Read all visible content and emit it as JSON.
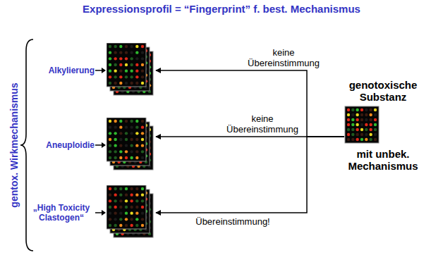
{
  "diagram": {
    "title": "Expressionsprofil = “Fingerprint” f. best. Mechanismus",
    "nodes": [
      {
        "text": [
          "Alkylierung"
        ]
      },
      {
        "text": [
          "Aneuploidie"
        ]
      },
      {
        "text": [
          "„High Toxicity Clastogen“"
        ]
      },
      {
        "text": [
          "genotoxische Substanz",
          "mit unbek. Mechanismus"
        ]
      }
    ],
    "edges": [
      {
        "from": 3,
        "to": 0,
        "label": "keine Übereinstimmung",
        "arrow": "to"
      },
      {
        "from": 3,
        "to": 1,
        "label": "keine Übereinstimmung",
        "arrow": "to"
      },
      {
        "from": 3,
        "to": 2,
        "label": "Übereinstimmung!",
        "arrow": "to"
      }
    ],
    "labels": [
      "gentox. Wirkmechanismus"
    ]
  }
}
